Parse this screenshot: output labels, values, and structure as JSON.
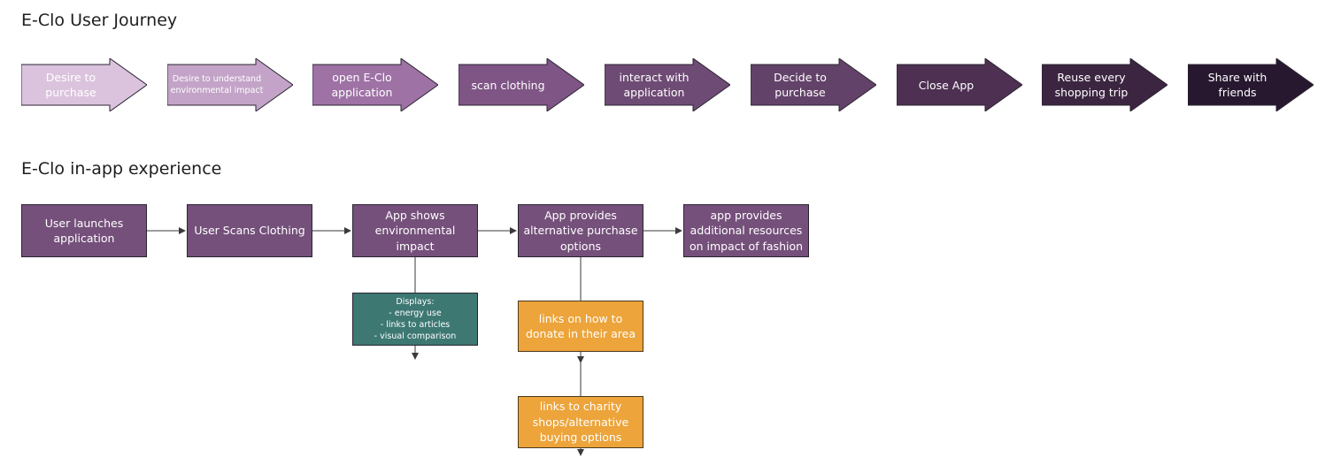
{
  "journey": {
    "title": "E-Clo User Journey",
    "steps": [
      {
        "label": "Desire to purchase",
        "color": "#dbc3de"
      },
      {
        "label": "Desire to understand environmental impact",
        "color": "#c3a4c8"
      },
      {
        "label": "open E-Clo application",
        "color": "#9e72a5"
      },
      {
        "label": "scan clothing",
        "color": "#7f5586"
      },
      {
        "label": "interact with application",
        "color": "#6e4b74"
      },
      {
        "label": "Decide to purchase",
        "color": "#634269"
      },
      {
        "label": "Close App",
        "color": "#4d3052"
      },
      {
        "label": "Reuse every shopping trip",
        "color": "#3b2540"
      },
      {
        "label": "Share with friends",
        "color": "#271830"
      }
    ]
  },
  "inapp": {
    "title": "E-Clo in-app experience",
    "steps": [
      "User launches application",
      "User Scans Clothing",
      "App shows environmental impact",
      "App provides alternative purchase options",
      "app provides additional resources on impact of fashion"
    ],
    "displays_note": {
      "heading": "Displays:",
      "items": [
        "- energy use",
        "- links to articles",
        "- visual comparison"
      ]
    },
    "donate_note": "links on how to donate in their area",
    "charity_note": "links to charity shops/alternative buying options"
  },
  "colors": {
    "process_box": "#75507b",
    "displays_box": "#3d7873",
    "resource_box": "#eda43a",
    "connector": "#3a3a3a"
  }
}
